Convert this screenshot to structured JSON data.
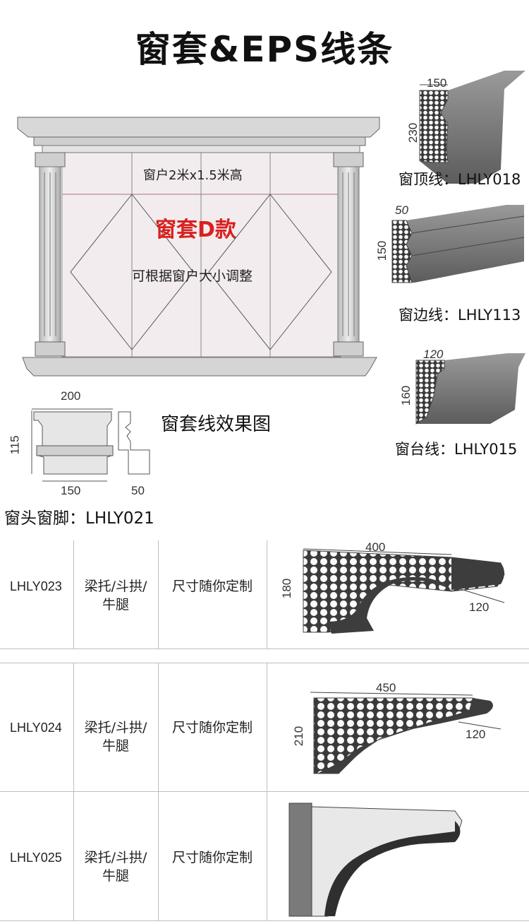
{
  "title": "窗套&EPS线条",
  "window": {
    "size_text": "窗户2米x1.5米高",
    "model_text": "窗套D款",
    "adjust_text": "可根据窗户大小调整"
  },
  "effect_caption": "窗套线效果图",
  "head_foot": {
    "dim_top": "200",
    "dim_left": "115",
    "dim_bottom": "150",
    "dim_side": "50",
    "caption": "窗头窗脚：LHLY021"
  },
  "profiles": [
    {
      "caption": "窗顶线：LHLY018",
      "dim_w": "150",
      "dim_h": "230"
    },
    {
      "caption": "窗边线：LHLY113",
      "dim_w": "50",
      "dim_h": "150"
    },
    {
      "caption": "窗台线：LHLY015",
      "dim_w": "120",
      "dim_h": "160"
    }
  ],
  "table": {
    "rows": [
      {
        "code": "LHLY023",
        "type": "梁托/斗拱/牛腿",
        "note": "尺寸随你定制",
        "dim_len": "400",
        "dim_h": "180",
        "dim_d": "120"
      },
      {
        "code": "LHLY024",
        "type": "梁托/斗拱/牛腿",
        "note": "尺寸随你定制",
        "dim_len": "450",
        "dim_h": "210",
        "dim_d": "120"
      },
      {
        "code": "LHLY025",
        "type": "梁托/斗拱/牛腿",
        "note": "尺寸随你定制"
      }
    ]
  }
}
